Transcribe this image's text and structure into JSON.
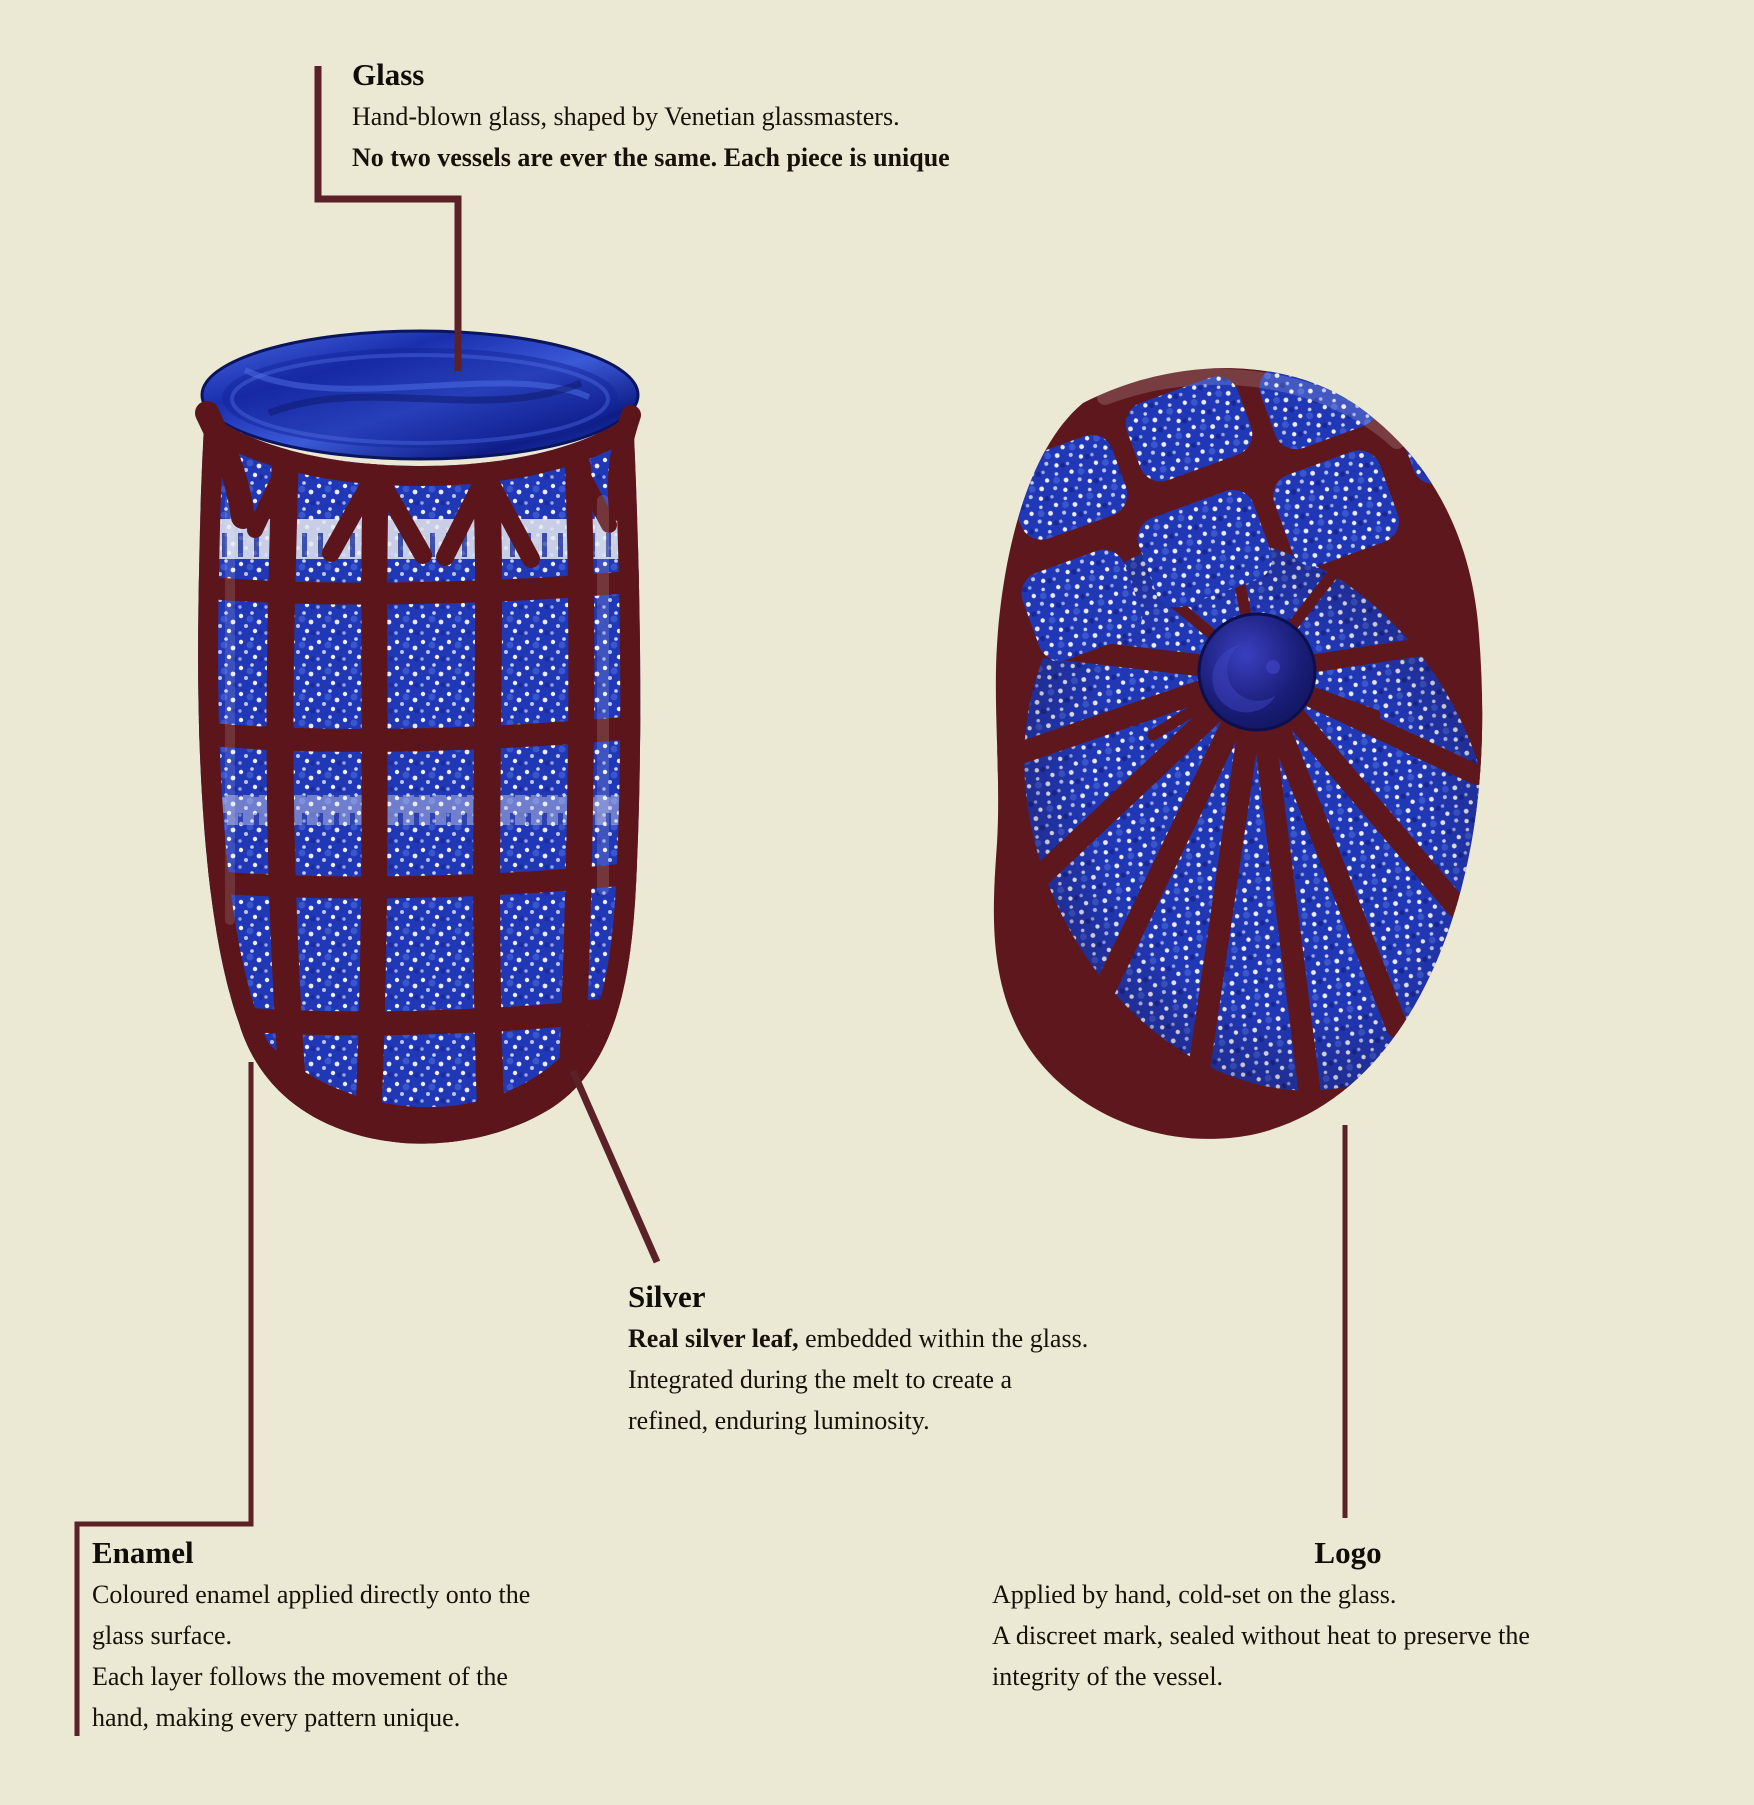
{
  "page": {
    "background_color": "#ebe8d3",
    "text_color": "#17110a",
    "leader_line_color": "#5a2127",
    "enamel_maroon_color": "#5c161b",
    "glass_blue_color": "#2138b6",
    "silver_speckle_color": "#ffffff",
    "logo_navy_color": "#1a1e78"
  },
  "figures": {
    "upright_glass": "murano-tumbler-upright",
    "tilted_glass": "murano-tumbler-base-with-logo"
  },
  "annotations": {
    "glass": {
      "title": "Glass",
      "line1": "Hand-blown glass, shaped by Venetian glassmasters.",
      "line2": "No two vessels are ever the same. Each piece is unique"
    },
    "silver": {
      "title": "Silver",
      "line1_bold": "Real silver leaf,",
      "line1_rest": " embedded within the glass.",
      "line2": "Integrated during the melt to create a",
      "line3": "refined, enduring luminosity."
    },
    "enamel": {
      "title": "Enamel",
      "line1": "Coloured enamel applied directly onto the",
      "line2": "glass surface.",
      "line3": "Each layer follows the movement of the",
      "line4": "hand, making every pattern unique."
    },
    "logo": {
      "title": "Logo",
      "line1": "Applied by hand, cold-set on the glass.",
      "line2": "A discreet mark, sealed without heat to preserve the",
      "line3": "integrity of the vessel."
    }
  }
}
